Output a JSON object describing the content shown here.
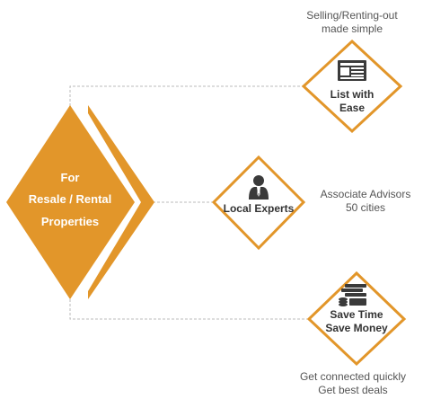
{
  "colors": {
    "accent": "#E2962A",
    "node_fill": "#FFFFFF",
    "connector": "#BBBBBB",
    "main_text": "#FFFFFF",
    "node_text": "#333333",
    "caption_text": "#555555"
  },
  "main": {
    "line1": "For",
    "line2": "Resale / Rental",
    "line3": "Properties"
  },
  "nodes": [
    {
      "icon": "newspaper-icon",
      "label_lines": [
        "List with",
        "Ease"
      ],
      "caption_lines": [
        "Selling/Renting-out",
        "made simple"
      ]
    },
    {
      "icon": "businessman-icon",
      "label_lines": [
        "Local Experts"
      ],
      "caption_lines": [
        "Associate Advisors",
        "50 cities"
      ]
    },
    {
      "icon": "money-stack-icon",
      "label_lines": [
        "Save Time",
        "Save Money"
      ],
      "caption_lines": [
        "Get connected quickly",
        "Get best deals"
      ]
    }
  ]
}
